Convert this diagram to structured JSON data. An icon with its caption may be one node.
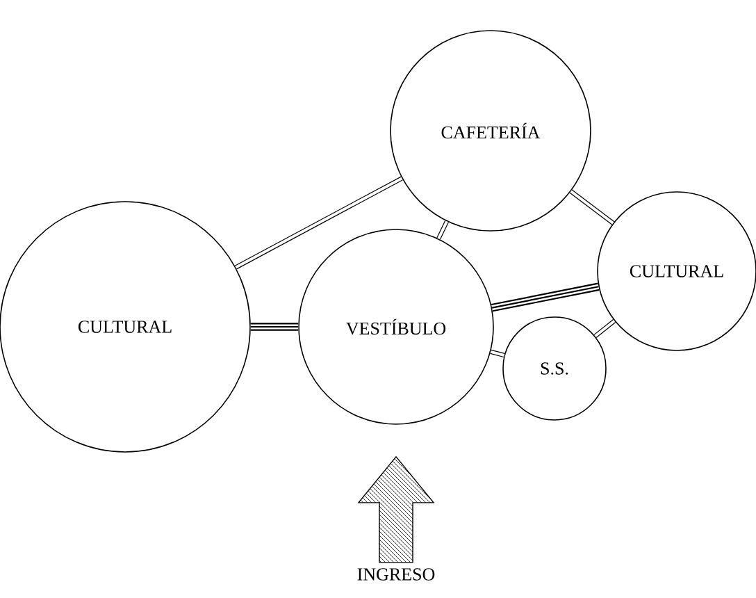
{
  "diagram": {
    "nodes": [
      {
        "text": [
          "CAFETERÍA"
        ]
      },
      {
        "text": [
          "CULTURAL"
        ]
      },
      {
        "text": [
          "VESTÍBULO"
        ]
      },
      {
        "text": [
          "CULTURAL"
        ]
      },
      {
        "text": [
          "S.S."
        ]
      },
      {
        "text": [
          "INGRESO"
        ]
      }
    ],
    "edges": [
      {
        "from": 1,
        "to": 0,
        "arrow": "none"
      },
      {
        "from": 0,
        "to": 2,
        "arrow": "none"
      },
      {
        "from": 0,
        "to": 3,
        "arrow": "none"
      },
      {
        "from": 1,
        "to": 2,
        "arrow": "none",
        "style": "thick"
      },
      {
        "from": 2,
        "to": 3,
        "arrow": "none",
        "style": "thick"
      },
      {
        "from": 2,
        "to": 4,
        "arrow": "none"
      },
      {
        "from": 4,
        "to": 3,
        "arrow": "none"
      },
      {
        "from": 5,
        "to": 2,
        "arrow": "to"
      }
    ]
  }
}
